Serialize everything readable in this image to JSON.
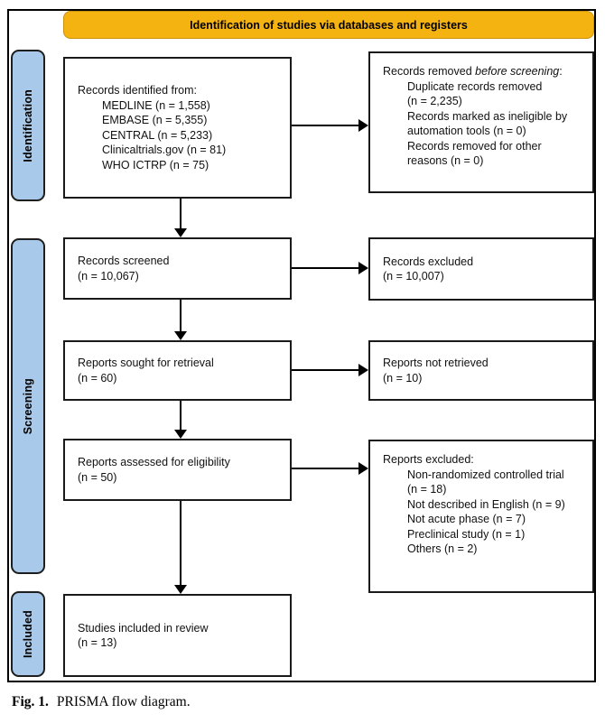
{
  "figure": {
    "banner": "Identification of studies via databases and registers",
    "stage_labels": [
      "Identification",
      "Screening",
      "Included"
    ],
    "caption_label": "Fig. 1.",
    "caption_text": "PRISMA flow diagram."
  },
  "boxes": {
    "records_identified": {
      "title": "Records identified from:",
      "items": [
        "MEDLINE (n = 1,558)",
        "EMBASE (n = 5,355)",
        "CENTRAL (n = 5,233)",
        "Clinicaltrials.gov (n = 81)",
        "WHO ICTRP (n = 75)"
      ]
    },
    "records_removed": {
      "title_plain": "Records removed ",
      "title_italic": "before screening",
      "title_end": ":",
      "items": [
        "Duplicate records removed (n = 2,235)",
        "Records marked as ineligible by automation tools (n = 0)",
        "Records removed for other reasons (n = 0)"
      ]
    },
    "records_screened": {
      "line1": "Records screened",
      "line2": "(n = 10,067)"
    },
    "records_excluded": {
      "line1": "Records excluded",
      "line2": "(n = 10,007)"
    },
    "reports_sought": {
      "line1": "Reports sought for retrieval",
      "line2": "(n = 60)"
    },
    "reports_not_retrieved": {
      "line1": "Reports not retrieved",
      "line2": "(n = 10)"
    },
    "reports_assessed": {
      "line1": "Reports assessed for eligibility",
      "line2": "(n = 50)"
    },
    "reports_excluded": {
      "title": "Reports excluded:",
      "items": [
        "Non-randomized controlled trial (n = 18)",
        "Not described in English (n = 9)",
        "Not acute phase (n = 7)",
        "Preclinical study (n = 1)",
        "Others (n = 2)"
      ]
    },
    "studies_included": {
      "line1": "Studies included in review",
      "line2": "(n = 13)"
    }
  },
  "colors": {
    "banner_bg": "#F5B312",
    "stage_bg": "#A9C9EA",
    "line_color": "#000000"
  }
}
